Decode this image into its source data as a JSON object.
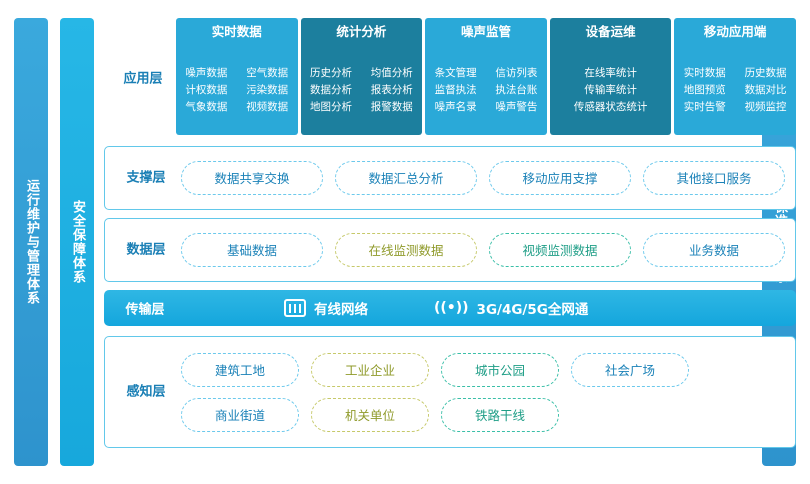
{
  "sides": {
    "left": "运行维护与管理体系",
    "middle": "安全保障体系",
    "right": "保准规范体系"
  },
  "layers": {
    "application": "应用层",
    "support": "支撑层",
    "data": "数据层",
    "transport": "传输层",
    "sense": "感知层"
  },
  "application_columns": [
    {
      "title": "实时数据",
      "color": "#2aa9d8",
      "items": [
        "噪声数据",
        "空气数据",
        "计权数据",
        "污染数据",
        "气象数据",
        "视频数据"
      ]
    },
    {
      "title": "统计分析",
      "color": "#1c7f9e",
      "items": [
        "历史分析",
        "均值分析",
        "数据分析",
        "报表分析",
        "地图分析",
        "报警数据"
      ]
    },
    {
      "title": "噪声监管",
      "color": "#2aa9d8",
      "items": [
        "条文管理",
        "信访列表",
        "监督执法",
        "执法台账",
        "噪声名录",
        "噪声警告"
      ]
    },
    {
      "title": "设备运维",
      "color": "#1c7f9e",
      "items": [
        "在线率统计",
        "传输率统计",
        "传感器状态统计"
      ]
    },
    {
      "title": "移动应用端",
      "color": "#2aa9d8",
      "items": [
        "实时数据",
        "历史数据",
        "地图预览",
        "数据对比",
        "实时告警",
        "视频监控"
      ]
    }
  ],
  "support_items": [
    "数据共享交换",
    "数据汇总分析",
    "移动应用支撑",
    "其他接口服务"
  ],
  "data_items": [
    {
      "label": "基础数据",
      "style": "blue"
    },
    {
      "label": "在线监测数据",
      "style": "olive"
    },
    {
      "label": "视频监测数据",
      "style": "teal"
    },
    {
      "label": "业务数据",
      "style": "blue"
    }
  ],
  "transport_items": [
    {
      "label": "有线网络",
      "icon": "wired-network-icon"
    },
    {
      "label": "3G/4G/5G全网通",
      "icon": "wireless-signal-icon"
    }
  ],
  "sense_rows": [
    [
      {
        "label": "建筑工地",
        "style": "blue"
      },
      {
        "label": "工业企业",
        "style": "olive"
      },
      {
        "label": "城市公园",
        "style": "teal"
      },
      {
        "label": "社会广场",
        "style": "blue"
      }
    ],
    [
      {
        "label": "商业街道",
        "style": "blue"
      },
      {
        "label": "机关单位",
        "style": "olive"
      },
      {
        "label": "铁路干线",
        "style": "teal"
      }
    ]
  ]
}
